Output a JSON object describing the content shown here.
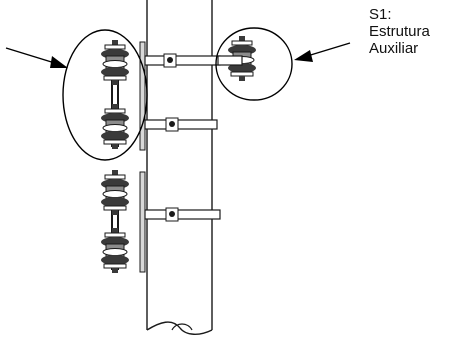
{
  "annotation": {
    "lines": [
      "S1:",
      "Estrutura",
      "Auxiliar"
    ]
  },
  "colors": {
    "stroke": "#1a1a1a",
    "insulator_dark": "#3a3a3a",
    "insulator_mid": "#8c8c8c",
    "pole_fill": "#ffffff"
  }
}
